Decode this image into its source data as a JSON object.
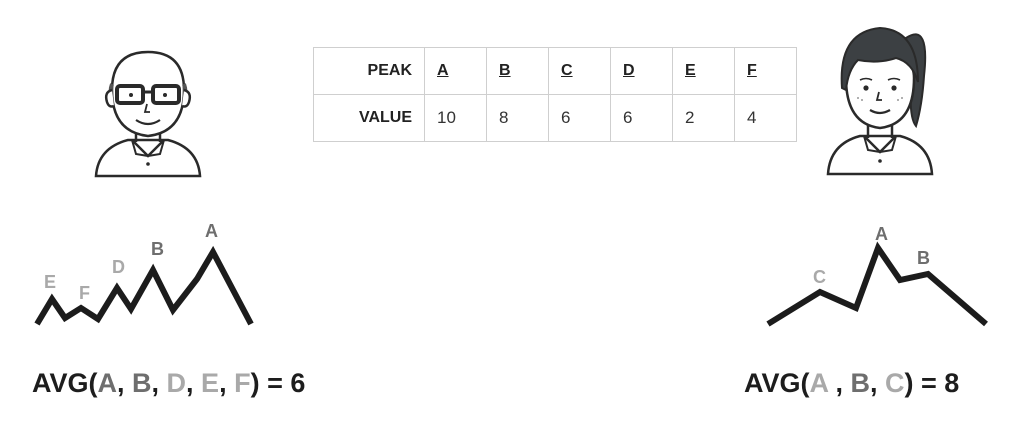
{
  "table": {
    "header_peak": "PEAK",
    "header_value": "VALUE",
    "peaks": [
      {
        "letter": "A",
        "value": "10"
      },
      {
        "letter": "B",
        "value": "8"
      },
      {
        "letter": "C",
        "value": "6"
      },
      {
        "letter": "D",
        "value": "6"
      },
      {
        "letter": "E",
        "value": "2"
      },
      {
        "letter": "F",
        "value": "4"
      }
    ]
  },
  "left_mountain": {
    "labels": {
      "A": "A",
      "B": "B",
      "D": "D",
      "E": "E",
      "F": "F"
    }
  },
  "right_mountain": {
    "labels": {
      "A": "A",
      "B": "B",
      "C": "C"
    }
  },
  "left_formula": {
    "prefix": "AVG(",
    "a": "A",
    "sep1": ", ",
    "b": "B",
    "sep2": ", ",
    "d": "D",
    "sep3": ", ",
    "e": "E",
    "sep4": ", ",
    "f": "F",
    "suffix": ") = 6"
  },
  "right_formula": {
    "prefix": "AVG(",
    "a": "A",
    "sep1": " , ",
    "b": "B",
    "sep2": ", ",
    "c": "C",
    "suffix": ") = 8"
  },
  "colors": {
    "line": "#1c1c1c",
    "label_dark": "#6e6e6e",
    "label_light": "#a9a9a9",
    "grid": "#cfcfcf"
  }
}
